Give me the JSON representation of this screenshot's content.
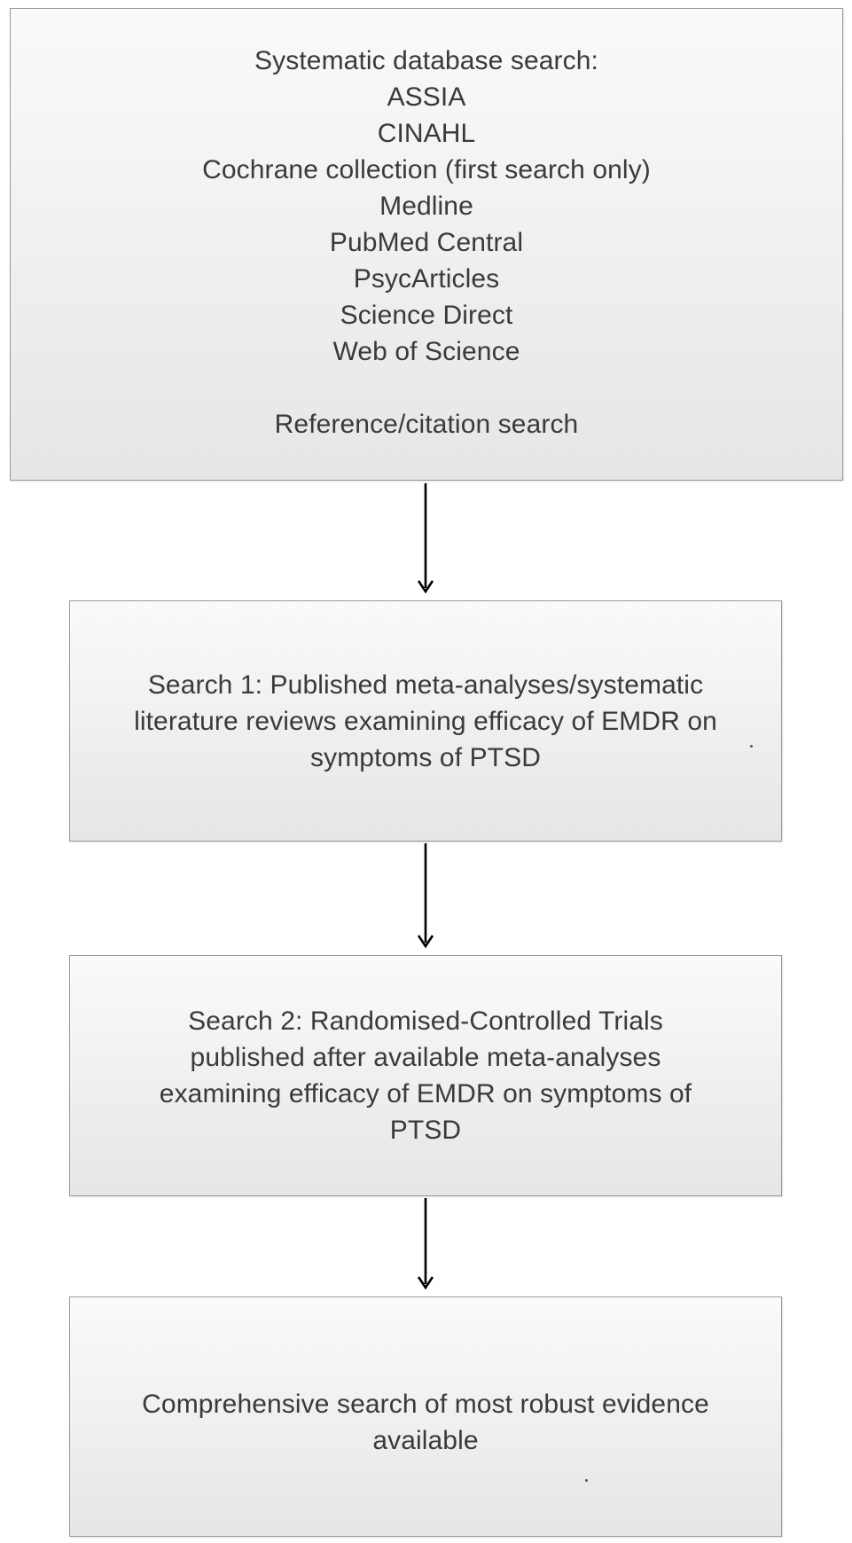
{
  "box1": {
    "heading": "Systematic database search:",
    "databases": [
      "ASSIA",
      "CINAHL",
      "Cochrane collection (first search only)",
      "Medline",
      "PubMed Central",
      "PsycArticles",
      "Science Direct",
      "Web of Science"
    ],
    "footer": "Reference/citation search"
  },
  "box2": {
    "lines": [
      "Search 1: Published meta-analyses/systematic",
      "literature reviews examining efficacy of EMDR on",
      "symptoms of PTSD"
    ]
  },
  "box3": {
    "lines": [
      "Search 2: Randomised-Controlled Trials",
      "published after available meta-analyses",
      "examining efficacy of EMDR on symptoms of",
      "PTSD"
    ]
  },
  "box4": {
    "lines": [
      "Comprehensive search of most robust evidence",
      "available"
    ]
  },
  "colors": {
    "border": "#9a9a9a",
    "box_fill_top": "#fafafa",
    "box_fill_bottom": "#e6e6e6",
    "text": "#3a3a3a",
    "arrow": "#000000"
  }
}
